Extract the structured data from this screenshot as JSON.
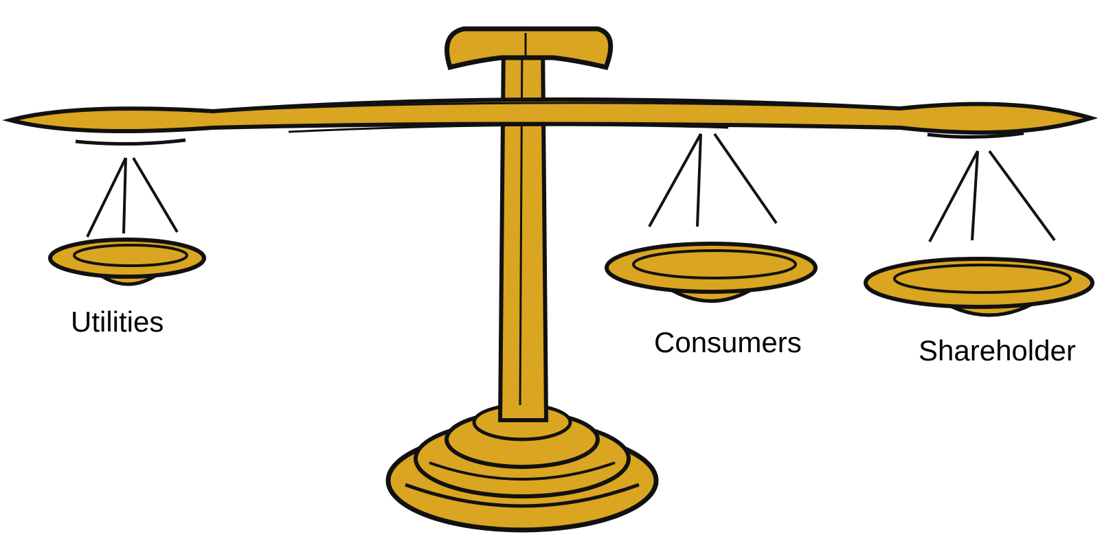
{
  "colors": {
    "gold": "#DAA520",
    "outline": "#111111",
    "background": "#FFFFFF"
  },
  "illustration": {
    "icon": "balance-scale-icon"
  },
  "pans": [
    {
      "label": "Utilities"
    },
    {
      "label": "Consumers"
    },
    {
      "label": "Shareholder"
    }
  ]
}
